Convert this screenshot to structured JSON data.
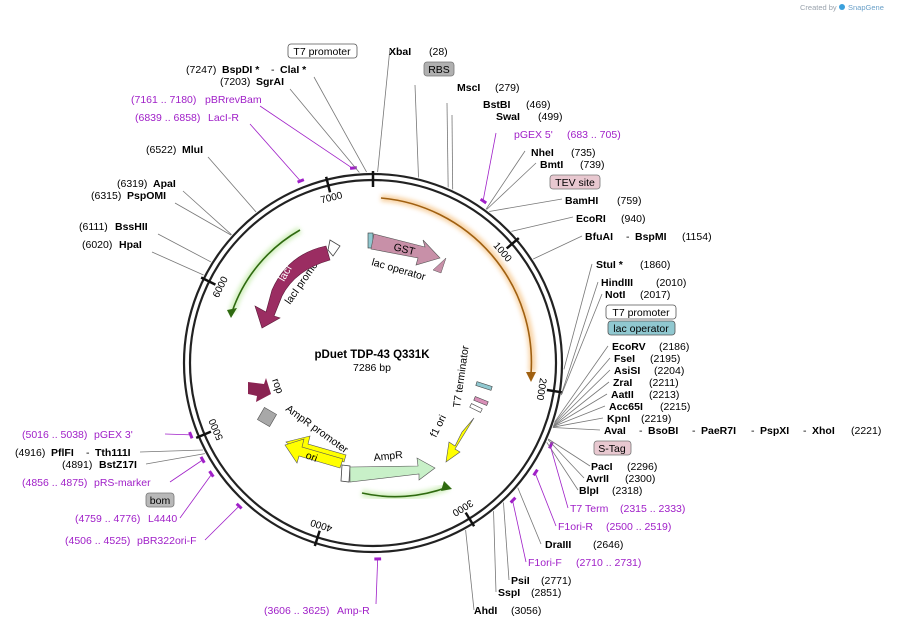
{
  "credit": {
    "text": "Created by",
    "brand": "SnapGene"
  },
  "plasmid": {
    "name": "pDuet TDP-43 Q331K",
    "size_text": "7286 bp",
    "length": 7286
  },
  "ticks": [
    "1000",
    "2000",
    "3000",
    "4000",
    "5000",
    "6000",
    "7000"
  ],
  "labels_right": [
    {
      "name": "XbaI",
      "pos": "(28)"
    },
    {
      "name": "MscI",
      "pos": "(279)"
    },
    {
      "name": "BstBI",
      "pos": "(469)"
    },
    {
      "name": "SwaI",
      "pos": "(499)"
    },
    {
      "name": "pGEX 5'",
      "pos": "(683 .. 705)"
    },
    {
      "name": "NheI",
      "pos": "(735)"
    },
    {
      "name": "BmtI",
      "pos": "(739)"
    },
    {
      "name": "BamHI",
      "pos": "(759)"
    },
    {
      "name": "EcoRI",
      "pos": "(940)"
    },
    {
      "name": "BfuAI",
      "name2": "BspMI",
      "pos": "(1154)"
    },
    {
      "name": "StuI *",
      "pos": "(1860)"
    },
    {
      "name": "HindIII",
      "pos": "(2010)"
    },
    {
      "name": "NotI",
      "pos": "(2017)"
    },
    {
      "name": "EcoRV",
      "pos": "(2186)"
    },
    {
      "name": "FseI",
      "pos": "(2195)"
    },
    {
      "name": "AsiSI",
      "pos": "(2204)"
    },
    {
      "name": "ZraI",
      "pos": "(2211)"
    },
    {
      "name": "AatII",
      "pos": "(2213)"
    },
    {
      "name": "Acc65I",
      "pos": "(2215)"
    },
    {
      "name": "KpnI",
      "pos": "(2219)"
    },
    {
      "name": "AvaI",
      "name2": "BsoBI",
      "name3": "PaeR7I",
      "name4": "PspXI",
      "name5": "XhoI",
      "pos": "(2221)"
    },
    {
      "name": "PacI",
      "pos": "(2296)"
    },
    {
      "name": "AvrII",
      "pos": "(2300)"
    },
    {
      "name": "BlpI",
      "pos": "(2318)"
    },
    {
      "name": "T7 Term",
      "pos": "(2315 .. 2333)"
    },
    {
      "name": "F1ori-R",
      "pos": "(2500 .. 2519)"
    },
    {
      "name": "DraIII",
      "pos": "(2646)"
    },
    {
      "name": "F1ori-F",
      "pos": "(2710 .. 2731)"
    },
    {
      "name": "PsiI",
      "pos": "(2771)"
    },
    {
      "name": "SspI",
      "pos": "(2851)"
    },
    {
      "name": "AhdI",
      "pos": "(3056)"
    }
  ],
  "labels_left": [
    {
      "name": "BspDI *",
      "name2": "ClaI *",
      "pos": "(7247)"
    },
    {
      "name": "SgrAI",
      "pos": "(7203)"
    },
    {
      "name": "pBRrevBam",
      "pos": "(7161 .. 7180)"
    },
    {
      "name": "LacI-R",
      "pos": "(6839 .. 6858)"
    },
    {
      "name": "MluI",
      "pos": "(6522)"
    },
    {
      "name": "ApaI",
      "pos": "(6319)"
    },
    {
      "name": "PspOMI",
      "pos": "(6315)"
    },
    {
      "name": "BssHII",
      "pos": "(6111)"
    },
    {
      "name": "HpaI",
      "pos": "(6020)"
    },
    {
      "name": "pGEX 3'",
      "pos": "(5016 .. 5038)"
    },
    {
      "name": "PflFI",
      "name2": "Tth111I",
      "pos": "(4916)"
    },
    {
      "name": "BstZ17I",
      "pos": "(4891)"
    },
    {
      "name": "pRS-marker",
      "pos": "(4856 .. 4875)"
    },
    {
      "name": "L4440",
      "pos": "(4759 .. 4776)"
    },
    {
      "name": "pBR322ori-F",
      "pos": "(4506 .. 4525)"
    },
    {
      "name": "Amp-R",
      "pos": "(3606 .. 3625)"
    }
  ],
  "boxes": {
    "t7_top": "T7 promoter",
    "rbs": "RBS",
    "tev": "TEV site",
    "t7_right": "T7 promoter",
    "lacop_right": "lac operator",
    "stag": "S-Tag",
    "bom": "bom"
  },
  "features": {
    "gst": "GST",
    "lac_operator": "lac operator",
    "laci": "lacI",
    "laci_promoter": "lacI promoter",
    "rop": "rop",
    "ampr_promoter": "AmpR promoter",
    "ampr": "AmpR",
    "ori": "ori",
    "f1_ori": "f1 ori",
    "t7_terminator": "T7 terminator"
  },
  "colors": {
    "gst": "#c890a8",
    "laci": "#9b2d62",
    "ampr": "#c8f0c8",
    "ori": "#ffff00",
    "f1": "#ffff00",
    "rbs": "#a8a8a8",
    "tev": "#e8c8d0",
    "lacop": "#90c8d0",
    "stag": "#e8c8d0",
    "bom": "#b8b8b8",
    "primer": "#a020c8",
    "orange_arc": "#f0a030",
    "green_arc": "#6aa82a"
  }
}
